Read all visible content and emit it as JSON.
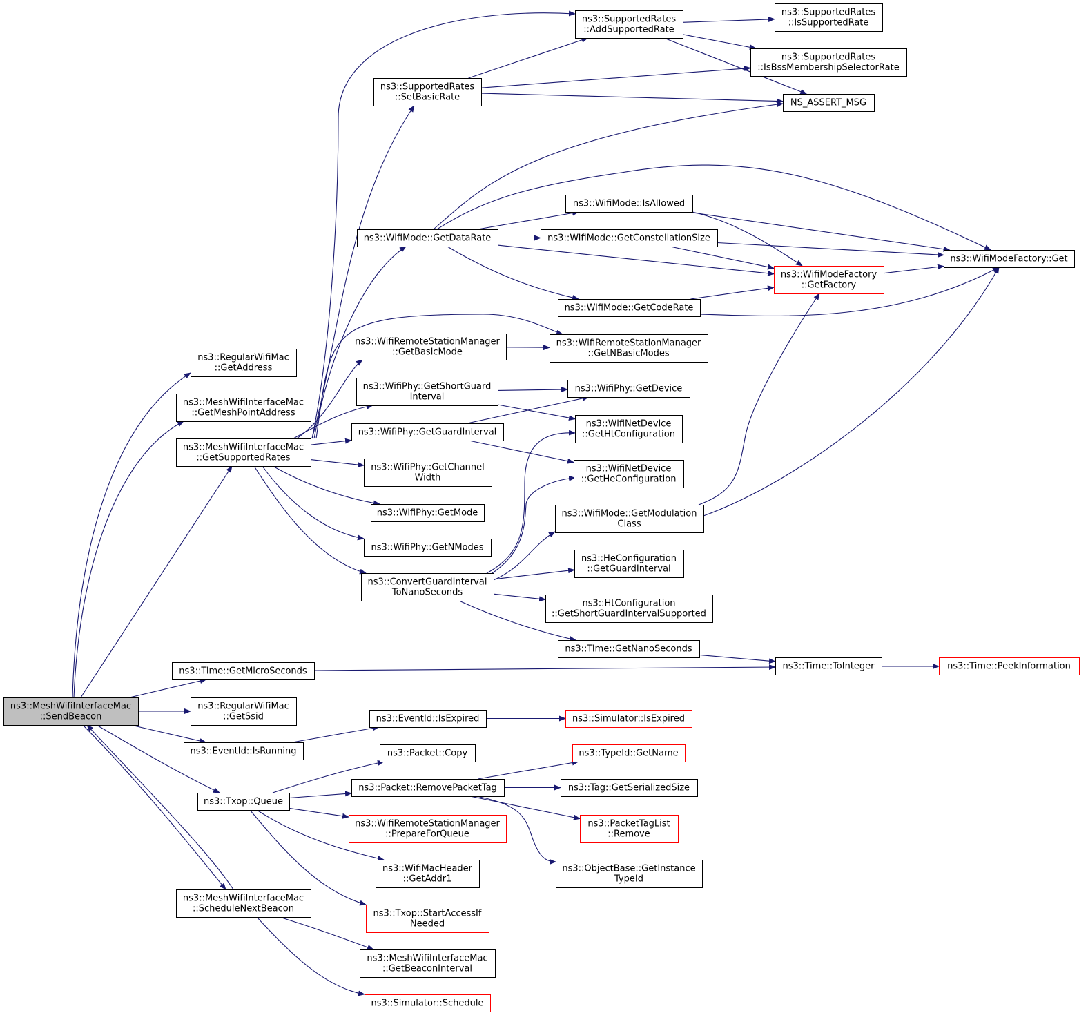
{
  "colors": {
    "edge": "#191970",
    "node_border": "#000000",
    "node_border_truncated": "#ff0000",
    "root_fill": "#bfbfbf",
    "node_fill": "#ffffff"
  },
  "nodes": [
    {
      "id": "sendBeacon",
      "lines": [
        "ns3::MeshWifiInterfaceMac",
        "::SendBeacon"
      ],
      "style": "root"
    },
    {
      "id": "getAddress",
      "lines": [
        "ns3::RegularWifiMac",
        "::GetAddress"
      ],
      "style": "normal"
    },
    {
      "id": "getMeshPointAddress",
      "lines": [
        "ns3::MeshWifiInterfaceMac",
        "::GetMeshPointAddress"
      ],
      "style": "normal"
    },
    {
      "id": "getSupportedRates",
      "lines": [
        "ns3::MeshWifiInterfaceMac",
        "::GetSupportedRates"
      ],
      "style": "normal"
    },
    {
      "id": "getMicroSeconds",
      "lines": [
        "ns3::Time::GetMicroSeconds"
      ],
      "style": "normal"
    },
    {
      "id": "getSsid",
      "lines": [
        "ns3::RegularWifiMac",
        "::GetSsid"
      ],
      "style": "normal"
    },
    {
      "id": "isRunning",
      "lines": [
        "ns3::EventId::IsRunning"
      ],
      "style": "normal"
    },
    {
      "id": "txopQueue",
      "lines": [
        "ns3::Txop::Queue"
      ],
      "style": "normal"
    },
    {
      "id": "scheduleNextBeacon",
      "lines": [
        "ns3::MeshWifiInterfaceMac",
        "::ScheduleNextBeacon"
      ],
      "style": "normal"
    },
    {
      "id": "setBasicRate",
      "lines": [
        "ns3::SupportedRates",
        "::SetBasicRate"
      ],
      "style": "normal"
    },
    {
      "id": "getDataRate",
      "lines": [
        "ns3::WifiMode::GetDataRate"
      ],
      "style": "normal"
    },
    {
      "id": "getBasicMode",
      "lines": [
        "ns3::WifiRemoteStationManager",
        "::GetBasicMode"
      ],
      "style": "normal"
    },
    {
      "id": "getShortGuardInterval",
      "lines": [
        "ns3::WifiPhy::GetShortGuard",
        "Interval"
      ],
      "style": "normal"
    },
    {
      "id": "phyGetGuardInterval",
      "lines": [
        "ns3::WifiPhy::GetGuardInterval"
      ],
      "style": "normal"
    },
    {
      "id": "getChannelWidth",
      "lines": [
        "ns3::WifiPhy::GetChannel",
        "Width"
      ],
      "style": "normal"
    },
    {
      "id": "getMode",
      "lines": [
        "ns3::WifiPhy::GetMode"
      ],
      "style": "normal"
    },
    {
      "id": "getNModes",
      "lines": [
        "ns3::WifiPhy::GetNModes"
      ],
      "style": "normal"
    },
    {
      "id": "convertGuardInterval",
      "lines": [
        "ns3::ConvertGuardInterval",
        "ToNanoSeconds"
      ],
      "style": "normal"
    },
    {
      "id": "eventIsExpired",
      "lines": [
        "ns3::EventId::IsExpired"
      ],
      "style": "normal"
    },
    {
      "id": "packetCopy",
      "lines": [
        "ns3::Packet::Copy"
      ],
      "style": "normal"
    },
    {
      "id": "removePacketTag",
      "lines": [
        "ns3::Packet::RemovePacketTag"
      ],
      "style": "normal"
    },
    {
      "id": "prepareForQueue",
      "lines": [
        "ns3::WifiRemoteStationManager",
        "::PrepareForQueue"
      ],
      "style": "truncated"
    },
    {
      "id": "getAddr1",
      "lines": [
        "ns3::WifiMacHeader",
        "::GetAddr1"
      ],
      "style": "normal"
    },
    {
      "id": "startAccessIfNeeded",
      "lines": [
        "ns3::Txop::StartAccessIf",
        "Needed"
      ],
      "style": "truncated"
    },
    {
      "id": "getBeaconInterval",
      "lines": [
        "ns3::MeshWifiInterfaceMac",
        "::GetBeaconInterval"
      ],
      "style": "normal"
    },
    {
      "id": "simulatorSchedule",
      "lines": [
        "ns3::Simulator::Schedule"
      ],
      "style": "truncated"
    },
    {
      "id": "addSupportedRate",
      "lines": [
        "ns3::SupportedRates",
        "::AddSupportedRate"
      ],
      "style": "normal"
    },
    {
      "id": "isAllowed",
      "lines": [
        "ns3::WifiMode::IsAllowed"
      ],
      "style": "normal"
    },
    {
      "id": "getConstellationSize",
      "lines": [
        "ns3::WifiMode::GetConstellationSize"
      ],
      "style": "normal"
    },
    {
      "id": "getCodeRate",
      "lines": [
        "ns3::WifiMode::GetCodeRate"
      ],
      "style": "normal"
    },
    {
      "id": "getNBasicModes",
      "lines": [
        "ns3::WifiRemoteStationManager",
        "::GetNBasicModes"
      ],
      "style": "normal"
    },
    {
      "id": "getDevice",
      "lines": [
        "ns3::WifiPhy::GetDevice"
      ],
      "style": "normal"
    },
    {
      "id": "getHtConfiguration",
      "lines": [
        "ns3::WifiNetDevice",
        "::GetHtConfiguration"
      ],
      "style": "normal"
    },
    {
      "id": "getHeConfiguration",
      "lines": [
        "ns3::WifiNetDevice",
        "::GetHeConfiguration"
      ],
      "style": "normal"
    },
    {
      "id": "getModulationClass",
      "lines": [
        "ns3::WifiMode::GetModulation",
        "Class"
      ],
      "style": "normal"
    },
    {
      "id": "heGetGuardInterval",
      "lines": [
        "ns3::HeConfiguration",
        "::GetGuardInterval"
      ],
      "style": "normal"
    },
    {
      "id": "getShortGuardIntervalSupported",
      "lines": [
        "ns3::HtConfiguration",
        "::GetShortGuardIntervalSupported"
      ],
      "style": "normal"
    },
    {
      "id": "getNanoSeconds",
      "lines": [
        "ns3::Time::GetNanoSeconds"
      ],
      "style": "normal"
    },
    {
      "id": "simulatorIsExpired",
      "lines": [
        "ns3::Simulator::IsExpired"
      ],
      "style": "truncated"
    },
    {
      "id": "typeIdGetName",
      "lines": [
        "ns3::TypeId::GetName"
      ],
      "style": "truncated"
    },
    {
      "id": "tagGetSerializedSize",
      "lines": [
        "ns3::Tag::GetSerializedSize"
      ],
      "style": "normal"
    },
    {
      "id": "packetTagListRemove",
      "lines": [
        "ns3::PacketTagList",
        "::Remove"
      ],
      "style": "truncated"
    },
    {
      "id": "getInstanceTypeId",
      "lines": [
        "ns3::ObjectBase::GetInstance",
        "TypeId"
      ],
      "style": "normal"
    },
    {
      "id": "isSupportedRate",
      "lines": [
        "ns3::SupportedRates",
        "::IsSupportedRate"
      ],
      "style": "normal"
    },
    {
      "id": "isBssMembershipSelectorRate",
      "lines": [
        "ns3::SupportedRates",
        "::IsBssMembershipSelectorRate"
      ],
      "style": "normal"
    },
    {
      "id": "nsAssertMsg",
      "lines": [
        "NS_ASSERT_MSG"
      ],
      "style": "normal"
    },
    {
      "id": "getFactory",
      "lines": [
        "ns3::WifiModeFactory",
        "::GetFactory"
      ],
      "style": "truncated"
    },
    {
      "id": "toInteger",
      "lines": [
        "ns3::Time::ToInteger"
      ],
      "style": "normal"
    },
    {
      "id": "wifiModeFactoryGet",
      "lines": [
        "ns3::WifiModeFactory::Get"
      ],
      "style": "normal"
    },
    {
      "id": "peekInformation",
      "lines": [
        "ns3::Time::PeekInformation"
      ],
      "style": "truncated"
    }
  ],
  "edges": [
    [
      "sendBeacon",
      "getAddress"
    ],
    [
      "sendBeacon",
      "getMeshPointAddress"
    ],
    [
      "sendBeacon",
      "getSupportedRates"
    ],
    [
      "sendBeacon",
      "getMicroSeconds"
    ],
    [
      "sendBeacon",
      "getSsid"
    ],
    [
      "sendBeacon",
      "isRunning"
    ],
    [
      "sendBeacon",
      "txopQueue"
    ],
    [
      "sendBeacon",
      "scheduleNextBeacon"
    ],
    [
      "scheduleNextBeacon",
      "sendBeacon"
    ],
    [
      "scheduleNextBeacon",
      "getBeaconInterval"
    ],
    [
      "scheduleNextBeacon",
      "simulatorSchedule"
    ],
    [
      "getSupportedRates",
      "addSupportedRate"
    ],
    [
      "getSupportedRates",
      "setBasicRate"
    ],
    [
      "getSupportedRates",
      "getDataRate"
    ],
    [
      "getSupportedRates",
      "getNBasicModes"
    ],
    [
      "getSupportedRates",
      "getBasicMode"
    ],
    [
      "getSupportedRates",
      "getShortGuardInterval"
    ],
    [
      "getSupportedRates",
      "phyGetGuardInterval"
    ],
    [
      "getSupportedRates",
      "getChannelWidth"
    ],
    [
      "getSupportedRates",
      "getMode"
    ],
    [
      "getSupportedRates",
      "getNModes"
    ],
    [
      "getSupportedRates",
      "convertGuardInterval"
    ],
    [
      "setBasicRate",
      "addSupportedRate"
    ],
    [
      "setBasicRate",
      "isBssMembershipSelectorRate"
    ],
    [
      "setBasicRate",
      "nsAssertMsg"
    ],
    [
      "addSupportedRate",
      "isSupportedRate"
    ],
    [
      "addSupportedRate",
      "isBssMembershipSelectorRate"
    ],
    [
      "addSupportedRate",
      "nsAssertMsg"
    ],
    [
      "getDataRate",
      "nsAssertMsg"
    ],
    [
      "getDataRate",
      "wifiModeFactoryGet"
    ],
    [
      "getDataRate",
      "isAllowed"
    ],
    [
      "getDataRate",
      "getConstellationSize"
    ],
    [
      "getDataRate",
      "getFactory"
    ],
    [
      "getDataRate",
      "getCodeRate"
    ],
    [
      "isAllowed",
      "wifiModeFactoryGet"
    ],
    [
      "isAllowed",
      "getFactory"
    ],
    [
      "getConstellationSize",
      "wifiModeFactoryGet"
    ],
    [
      "getConstellationSize",
      "getFactory"
    ],
    [
      "getCodeRate",
      "getFactory"
    ],
    [
      "getCodeRate",
      "wifiModeFactoryGet"
    ],
    [
      "getFactory",
      "wifiModeFactoryGet"
    ],
    [
      "getBasicMode",
      "getNBasicModes"
    ],
    [
      "getShortGuardInterval",
      "getDevice"
    ],
    [
      "getShortGuardInterval",
      "getHtConfiguration"
    ],
    [
      "phyGetGuardInterval",
      "getDevice"
    ],
    [
      "phyGetGuardInterval",
      "getHeConfiguration"
    ],
    [
      "convertGuardInterval",
      "getHtConfiguration"
    ],
    [
      "convertGuardInterval",
      "getHeConfiguration"
    ],
    [
      "convertGuardInterval",
      "getModulationClass"
    ],
    [
      "convertGuardInterval",
      "heGetGuardInterval"
    ],
    [
      "convertGuardInterval",
      "getShortGuardIntervalSupported"
    ],
    [
      "convertGuardInterval",
      "getNanoSeconds"
    ],
    [
      "getModulationClass",
      "getFactory"
    ],
    [
      "getModulationClass",
      "wifiModeFactoryGet"
    ],
    [
      "getNanoSeconds",
      "toInteger"
    ],
    [
      "getMicroSeconds",
      "toInteger"
    ],
    [
      "toInteger",
      "peekInformation"
    ],
    [
      "isRunning",
      "eventIsExpired"
    ],
    [
      "eventIsExpired",
      "simulatorIsExpired"
    ],
    [
      "txopQueue",
      "packetCopy"
    ],
    [
      "txopQueue",
      "removePacketTag"
    ],
    [
      "txopQueue",
      "prepareForQueue"
    ],
    [
      "txopQueue",
      "getAddr1"
    ],
    [
      "txopQueue",
      "startAccessIfNeeded"
    ],
    [
      "removePacketTag",
      "typeIdGetName"
    ],
    [
      "removePacketTag",
      "tagGetSerializedSize"
    ],
    [
      "removePacketTag",
      "packetTagListRemove"
    ],
    [
      "removePacketTag",
      "getInstanceTypeId"
    ]
  ]
}
